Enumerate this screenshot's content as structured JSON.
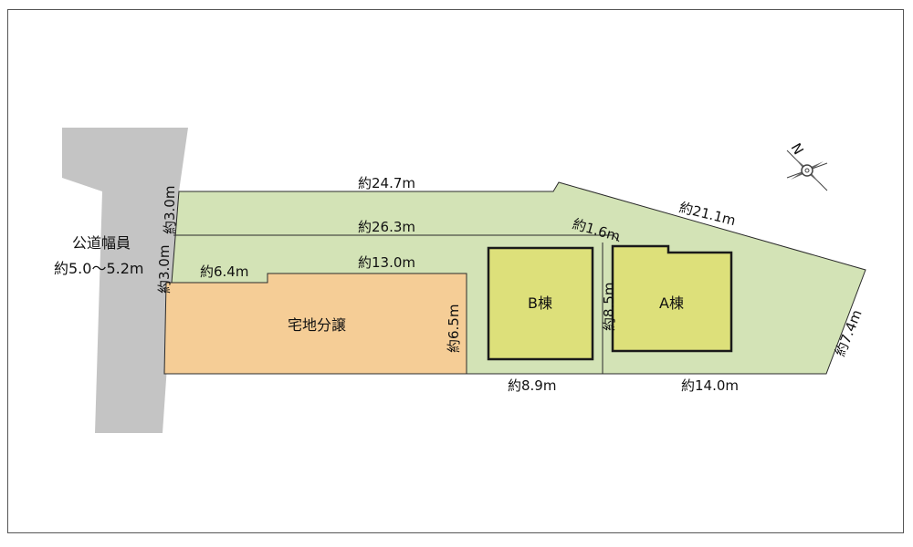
{
  "road": {
    "label": "公道幅員",
    "width": "約5.0〜5.2m"
  },
  "lots": {
    "residential": {
      "label": "宅地分譲"
    },
    "building_b": {
      "label": "B棟"
    },
    "building_a": {
      "label": "A棟"
    }
  },
  "dimensions": {
    "top_edge": "約24.7m",
    "inner_edge": "約26.3m",
    "diagonal_top": "約21.1m",
    "notch": "約1.6m",
    "residential_top_left": "約6.4m",
    "residential_top": "約13.0m",
    "residential_right": "約6.5m",
    "left_upper": "約3.0m",
    "left_lower": "約3.0m",
    "divider": "約8.5m",
    "bottom_left": "約8.9m",
    "bottom_right": "約14.0m",
    "right_edge": "約7.4m"
  },
  "compass": {
    "north_label": "N"
  },
  "colors": {
    "road": "#c4c4c4",
    "green_lot": "#d3e3b6",
    "residential": "#f5cd96",
    "building": "#dde07a",
    "outline": "#2a2a2a"
  }
}
